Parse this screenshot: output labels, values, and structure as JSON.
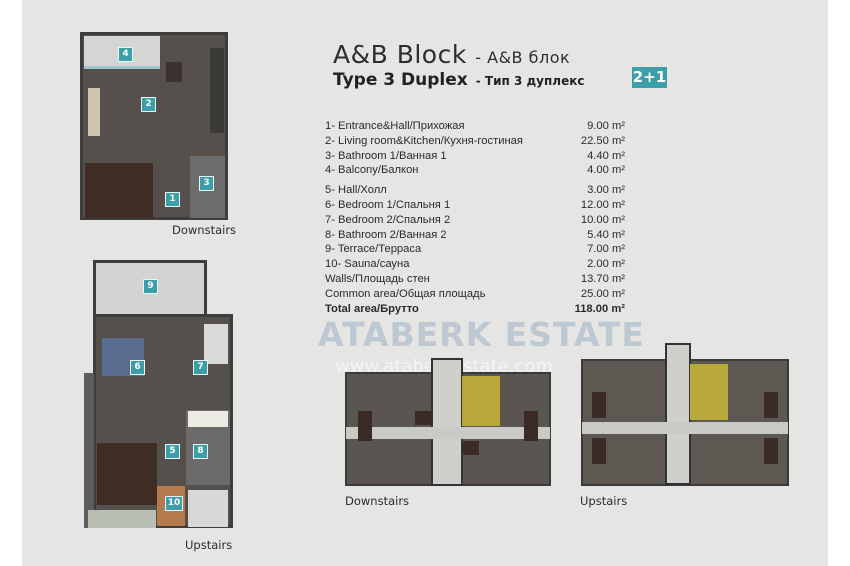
{
  "header": {
    "title": "A&B Block",
    "title_ru": "- A&B блок",
    "type": "Type 3 Duplex",
    "type_ru": "- Тип 3 дуплекс",
    "badge": "2+1",
    "accent_color": "#3c9ea8"
  },
  "rooms": [
    {
      "name": "1- Entrance&Hall/Прихожая",
      "area": "9.00 m²"
    },
    {
      "name": "2- Living room&Kitchen/Кухня-гостиная",
      "area": "22.50 m²"
    },
    {
      "name": "3- Bathroom 1/Ванная 1",
      "area": "4.40 m²"
    },
    {
      "name": "4- Balcony/Балкон",
      "area": "4.00 m²"
    },
    {
      "name": "5- Hall/Холл",
      "area": "3.00 m²"
    },
    {
      "name": "6- Bedroom 1/Спальня 1",
      "area": "12.00 m²"
    },
    {
      "name": "7- Bedroom 2/Спальня 2",
      "area": "10.00 m²"
    },
    {
      "name": "8- Bathroom 2/Ванная 2",
      "area": "5.40 m²"
    },
    {
      "name": "9- Terrace/Терраса",
      "area": "7.00 m²"
    },
    {
      "name": "10- Sauna/сауна",
      "area": "2.00 m²"
    },
    {
      "name": "Walls/Площадь стен",
      "area": "13.70 m²"
    },
    {
      "name": "Common area/Общая площадь",
      "area": "25.00 m²"
    },
    {
      "name": "Total area/Брутто",
      "area": "118.00 m²"
    }
  ],
  "watermark": {
    "brand": "ATABERK ESTATE",
    "url": "www.ataberkestate.com"
  },
  "plans": {
    "unit_downstairs": {
      "label": "Downstairs",
      "markers": [
        "4",
        "2",
        "3",
        "1"
      ]
    },
    "unit_upstairs": {
      "label": "Upstairs",
      "markers": [
        "9",
        "6",
        "7",
        "5",
        "8",
        "10"
      ]
    },
    "block_downstairs": {
      "label": "Downstairs"
    },
    "block_upstairs": {
      "label": "Upstairs"
    }
  }
}
